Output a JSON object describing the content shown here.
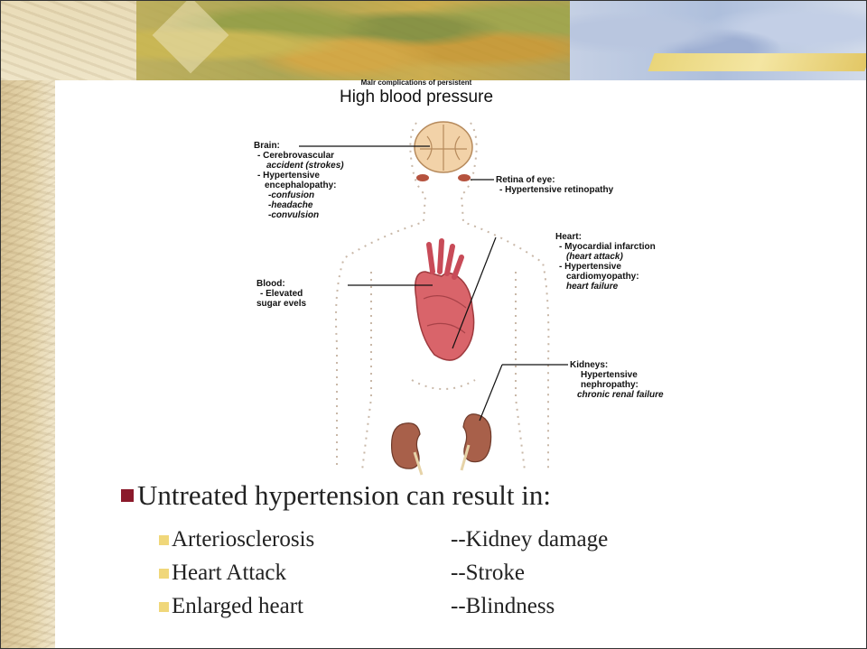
{
  "diagram": {
    "title_small": "Malr complications of persistent",
    "title": "High blood pressure",
    "labels": {
      "brain": {
        "heading": "Brain:",
        "lines": [
          "- Cerebrovascular"
        ],
        "italic": [
          "accident (strokes)"
        ],
        "lines2": [
          "- Hypertensive",
          "encephalopathy:"
        ],
        "italic2": [
          "-confusion",
          "-headache",
          "-convulsion"
        ]
      },
      "retina": {
        "heading": "Retina of eye:",
        "lines": [
          "- Hypertensive retinopathy"
        ]
      },
      "heart": {
        "heading": "Heart:",
        "lines": [
          "- Myocardial infarction"
        ],
        "italic": [
          "(heart attack)"
        ],
        "lines2": [
          "- Hypertensive",
          "cardiomyopathy:"
        ],
        "italic2": [
          "heart failure"
        ]
      },
      "blood": {
        "heading": "Blood:",
        "lines": [
          "- Elevated",
          "sugar evels"
        ]
      },
      "kidneys": {
        "heading": "Kidneys:",
        "lines": [
          "Hypertensive",
          "nephropathy:"
        ],
        "italic": [
          "chronic renal failure"
        ]
      }
    }
  },
  "bullets": {
    "main": "Untreated hypertension can result in:",
    "left": [
      "Arteriosclerosis",
      "Heart Attack",
      "Enlarged heart"
    ],
    "right": [
      "--Kidney damage",
      "--Stroke",
      "--Blindness"
    ]
  },
  "colors": {
    "main_bullet": "#8b1a2b",
    "sub_bullet": "#f0d77a",
    "heart": "#d9646a",
    "kidney": "#a8604a",
    "brain": "#f2d2a8"
  },
  "icons": {
    "brain": "brain-illustration",
    "eyes": "eye-illustration",
    "heart": "heart-illustration",
    "kidneys": "kidney-illustration"
  }
}
